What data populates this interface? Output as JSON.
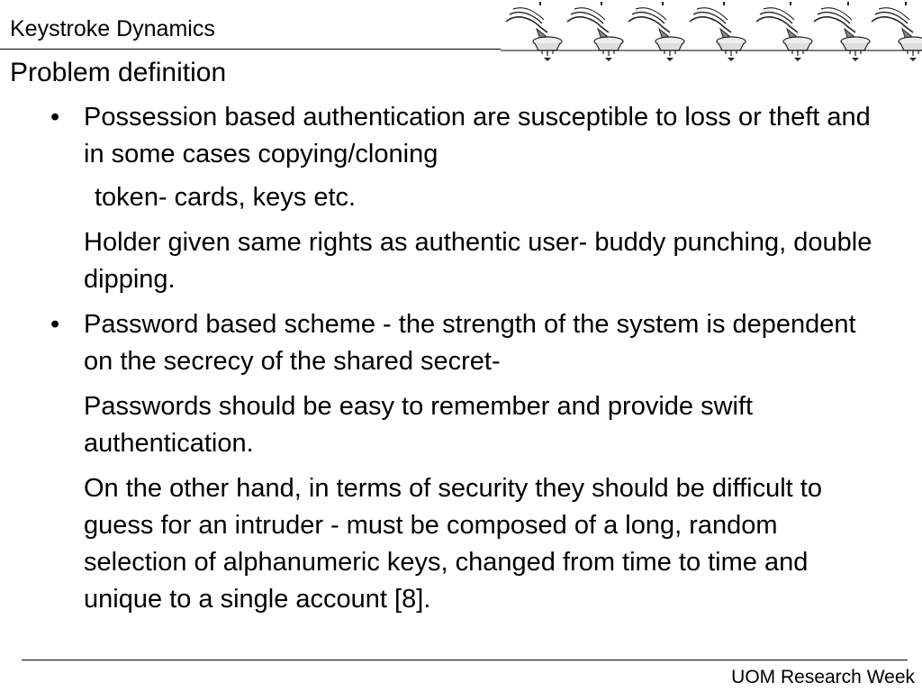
{
  "slide": {
    "header_title": "Keystroke Dynamics",
    "section_heading": "Problem definition",
    "footer": "UOM Research Week",
    "header_decoration_icon": "typing-hands-icon",
    "bullet_char": "•",
    "bullets": [
      {
        "text": "Possession based authentication are susceptible to loss or theft and in some cases copying/cloning",
        "subparagraphs": [
          "token- cards, keys etc.",
          "Holder given same rights as authentic user- buddy punching, double dipping."
        ]
      },
      {
        "text": "Password based scheme - the strength of the system is dependent on the secrecy of the shared secret-",
        "subparagraphs": [
          "Passwords should be easy to remember and provide swift authentication.",
          "On the other hand, in terms of security they should be difficult to guess for an intruder -  must be composed of a long, random selection of alphanumeric keys, changed from time to time and unique to a single account [8]."
        ]
      }
    ]
  }
}
